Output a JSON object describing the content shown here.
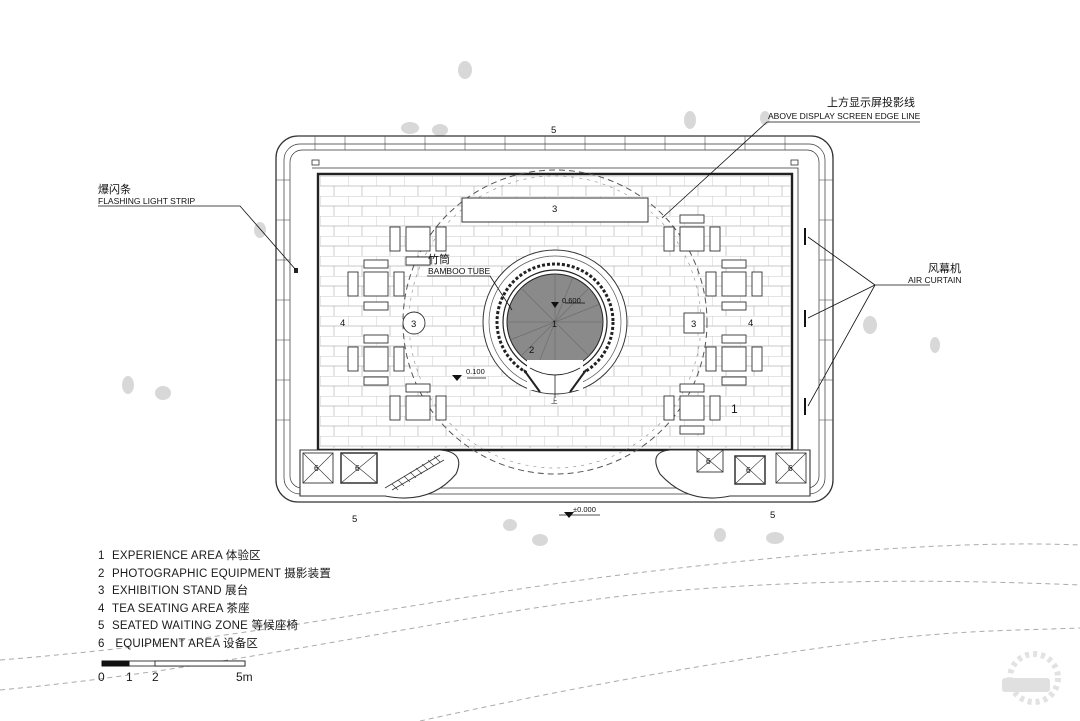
{
  "annotations": {
    "top_cn": "上方显示屏投影线",
    "top_en": "ABOVE DISPLAY SCREEN EDGE LINE",
    "strip_cn": "爆闪条",
    "strip_en": "FLASHING LIGHT STRIP",
    "curtain_cn": "风幕机",
    "curtain_en": "AIR CURTAIN",
    "bamboo_cn": "竹筒",
    "bamboo_en": "BAMBOO TUBE"
  },
  "zone_numbers": {
    "top_5": "5",
    "bottom_left_5": "5",
    "bottom_right_5": "5",
    "left_4": "4",
    "right_4": "4",
    "stand_3": "3",
    "circle_3": "3",
    "box_3": "3",
    "center_1": "1",
    "center_2": "2",
    "right_1": "1",
    "equip_6": "6"
  },
  "levels": {
    "center": "0.600",
    "left": "0.100",
    "bottom": "±0.000"
  },
  "up_mark": "上",
  "legend": [
    {
      "num": "1",
      "text": "EXPERIENCE AREA  体验区"
    },
    {
      "num": "2",
      "text": "PHOTOGRAPHIC EQUIPMENT   摄影装置"
    },
    {
      "num": "3",
      "text": "EXHIBITION STAND  展台"
    },
    {
      "num": "4",
      "text": "TEA SEATING AREA  茶座"
    },
    {
      "num": "5",
      "text": "SEATED WAITING ZONE  等候座椅"
    },
    {
      "num": "6",
      "text": " EQUIPMENT AREA  设备区"
    }
  ],
  "scale_bar": {
    "labels": [
      "0",
      "1",
      "2",
      "5m"
    ]
  }
}
